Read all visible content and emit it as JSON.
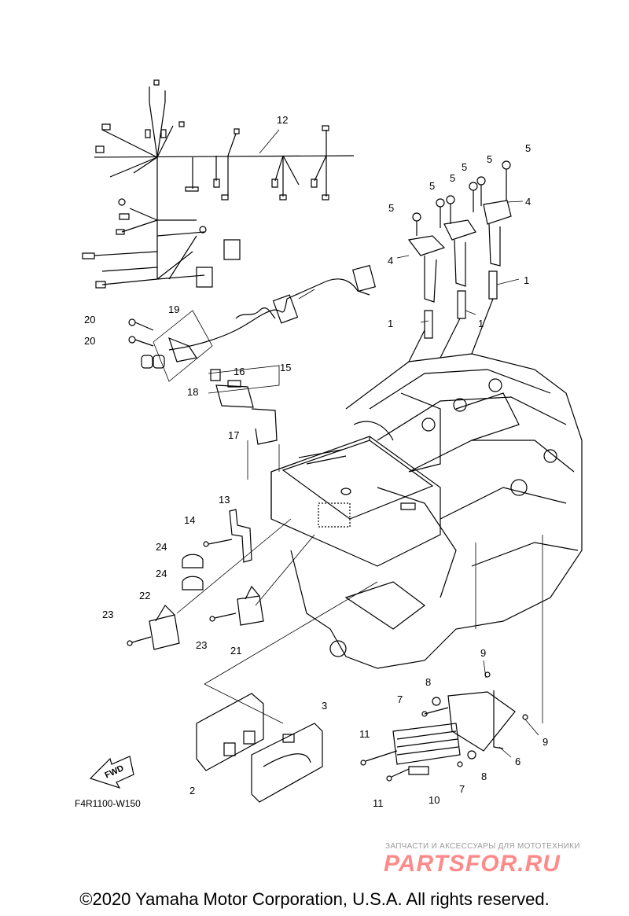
{
  "callouts": [
    {
      "id": "c1a",
      "text": "1"
    },
    {
      "id": "c1b",
      "text": "1"
    },
    {
      "id": "c1c",
      "text": "1"
    },
    {
      "id": "c2",
      "text": "2"
    },
    {
      "id": "c3",
      "text": "3"
    },
    {
      "id": "c4a",
      "text": "4"
    },
    {
      "id": "c4b",
      "text": "4"
    },
    {
      "id": "c5a",
      "text": "5"
    },
    {
      "id": "c5b",
      "text": "5"
    },
    {
      "id": "c5c",
      "text": "5"
    },
    {
      "id": "c5d",
      "text": "5"
    },
    {
      "id": "c5e",
      "text": "5"
    },
    {
      "id": "c5f",
      "text": "5"
    },
    {
      "id": "c6",
      "text": "6"
    },
    {
      "id": "c7a",
      "text": "7"
    },
    {
      "id": "c7b",
      "text": "7"
    },
    {
      "id": "c8a",
      "text": "8"
    },
    {
      "id": "c8b",
      "text": "8"
    },
    {
      "id": "c9a",
      "text": "9"
    },
    {
      "id": "c9b",
      "text": "9"
    },
    {
      "id": "c10",
      "text": "10"
    },
    {
      "id": "c11a",
      "text": "11"
    },
    {
      "id": "c11b",
      "text": "11"
    },
    {
      "id": "c12",
      "text": "12"
    },
    {
      "id": "c13",
      "text": "13"
    },
    {
      "id": "c14",
      "text": "14"
    },
    {
      "id": "c15",
      "text": "15"
    },
    {
      "id": "c16",
      "text": "16"
    },
    {
      "id": "c17",
      "text": "17"
    },
    {
      "id": "c18",
      "text": "18"
    },
    {
      "id": "c19",
      "text": "19"
    },
    {
      "id": "c20a",
      "text": "20"
    },
    {
      "id": "c20b",
      "text": "20"
    },
    {
      "id": "c21",
      "text": "21"
    },
    {
      "id": "c22",
      "text": "22"
    },
    {
      "id": "c23a",
      "text": "23"
    },
    {
      "id": "c23b",
      "text": "23"
    },
    {
      "id": "c24a",
      "text": "24"
    },
    {
      "id": "c24b",
      "text": "24"
    }
  ],
  "diagram_code": "F4R1100-W150",
  "fwd_label": "FWD",
  "watermark": {
    "tagline": "ЗАПЧАСТИ И АКСЕССУАРЫ ДЛЯ МОТОТЕХНИКИ",
    "logo": "PARTSFOR.RU",
    "color": "#ff8a8a"
  },
  "copyright": "©2020 Yamaha Motor Corporation, U.S.A. All rights reserved."
}
